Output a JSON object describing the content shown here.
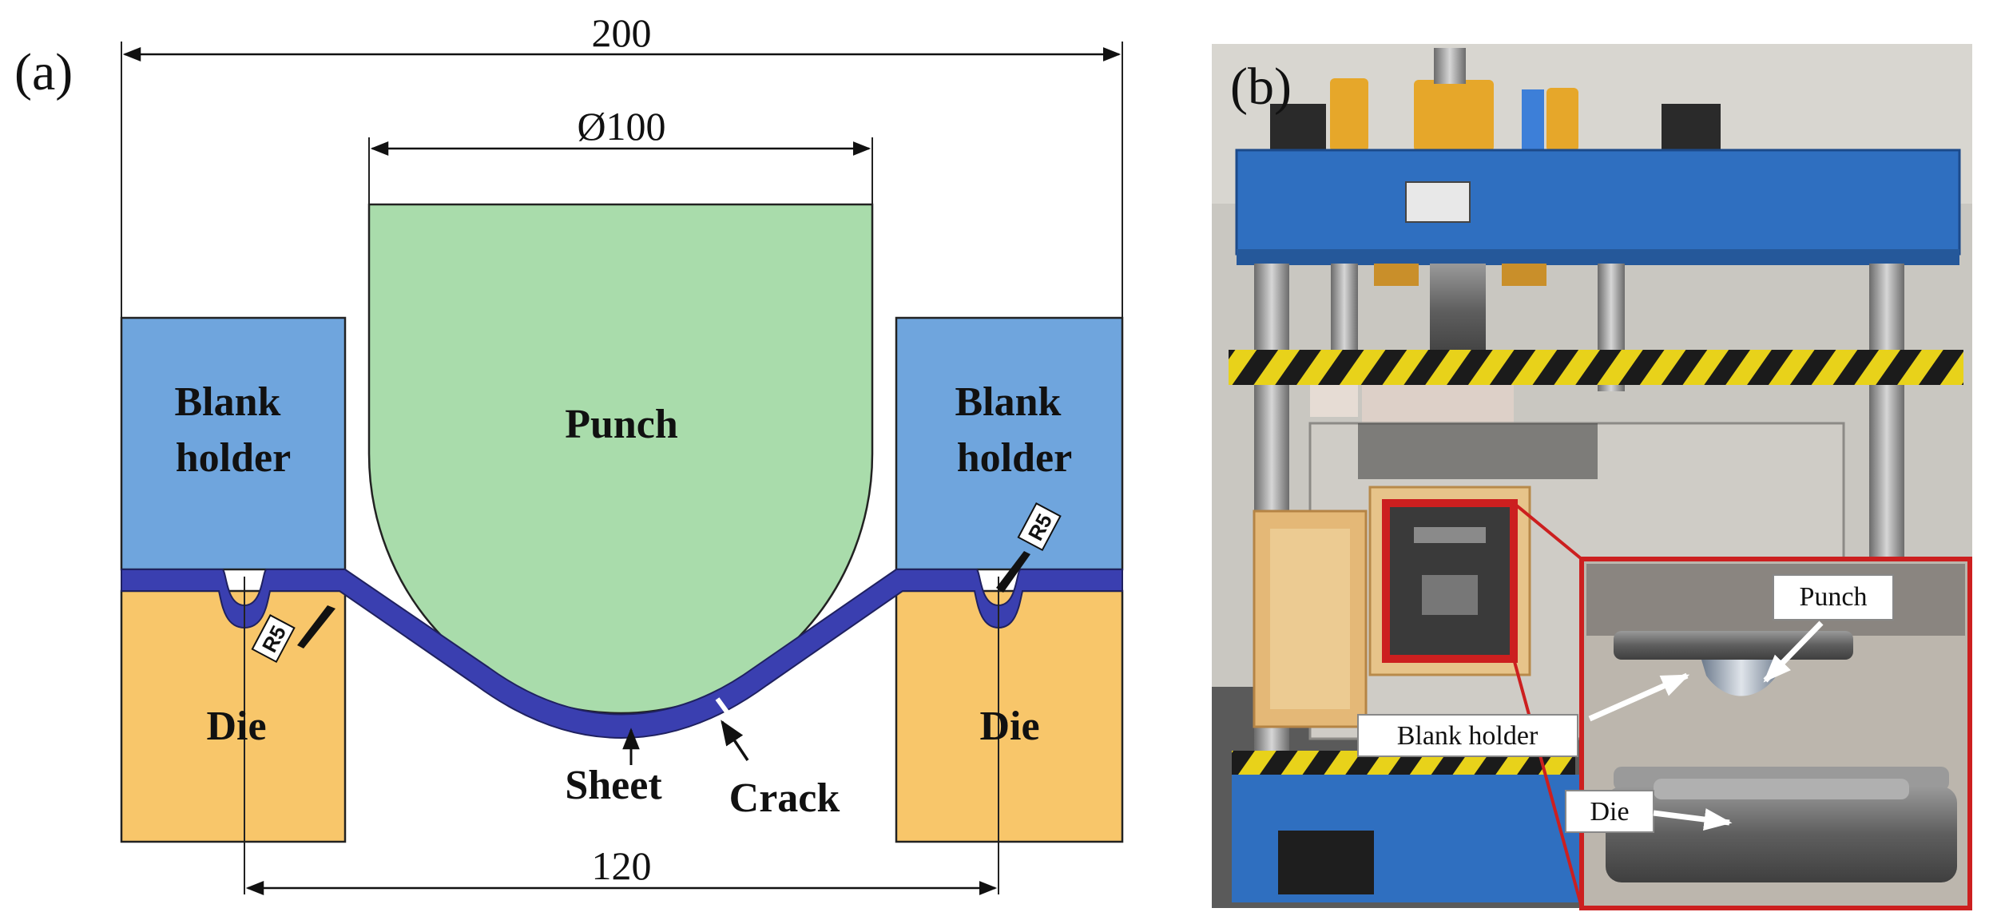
{
  "panel_a": {
    "label": "(a)",
    "dim_total": "200",
    "dim_punch": "Ø100",
    "dim_bottom": "120",
    "radius_left": "R5",
    "radius_right": "R5",
    "blank_holder_left": [
      "Blank",
      "holder"
    ],
    "blank_holder_right": [
      "Blank",
      "holder"
    ],
    "punch": "Punch",
    "die_left": "Die",
    "die_right": "Die",
    "sheet": "Sheet",
    "crack": "Crack",
    "colors": {
      "punch": "#a9dcab",
      "blank_holder": "#6fa5dd",
      "die": "#f8c66a",
      "sheet": "#3a3fb0"
    }
  },
  "panel_b": {
    "label": "(b)",
    "inset_punch": "Punch",
    "inset_blank_holder": "Blank holder",
    "inset_die": "Die",
    "colors": {
      "press_frame": "#2f6fc0",
      "highlight": "#cc1f1f"
    }
  }
}
